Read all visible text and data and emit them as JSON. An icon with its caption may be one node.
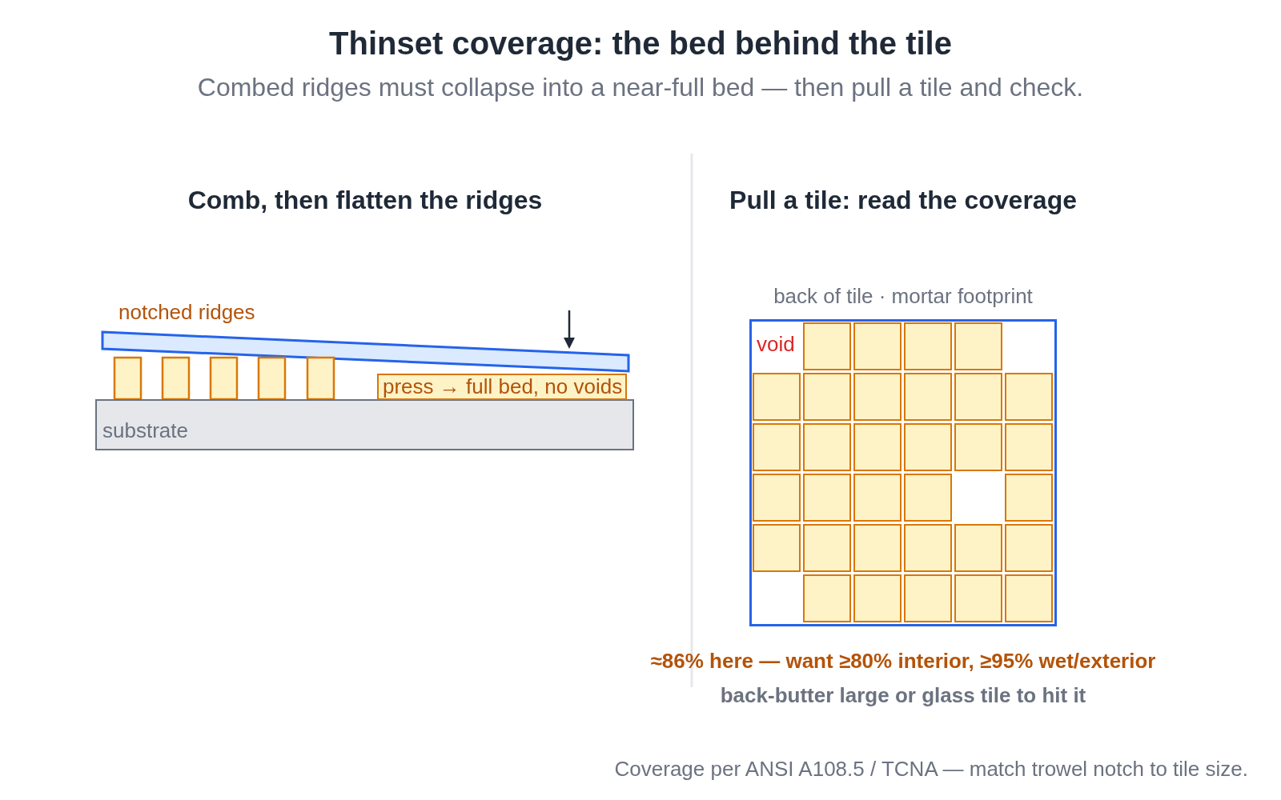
{
  "diagram": {
    "title": "Thinset coverage: the bed behind the tile",
    "caption": "Coverage per ANSI A108.5 / TCNA — match trowel notch to tile size.",
    "nodes": [
      {
        "text": [
          "press → full bed, no voids"
        ]
      },
      {
        "text": [
          "substrate"
        ]
      },
      {
        "text": [
          "back of tile · mortar footprint",
          "void"
        ]
      }
    ],
    "labels": [
      "Combed ridges must collapse into a near-full bed — then pull a tile and check.",
      "Comb, then flatten the ridges",
      "Pull a tile: read the coverage",
      "notched ridges",
      "≈86% here — want ≥80% interior, ≥95% wet/exterior",
      "back-butter large or glass tile to hit it"
    ]
  }
}
